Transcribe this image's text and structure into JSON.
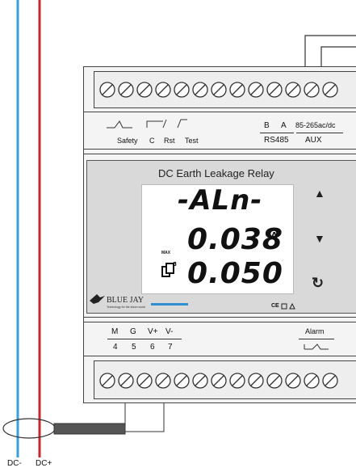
{
  "top_labels": {
    "left": [
      "Safety",
      "C",
      "Rst",
      "Test"
    ],
    "right_top": [
      "B",
      "A",
      "85-265ac/dc"
    ],
    "right_bottom": [
      "RS485",
      "AUX"
    ]
  },
  "display": {
    "title": "DC Earth Leakage Relay",
    "line1": "-ALn-",
    "line2": "0.038",
    "line2_unit": "A",
    "line3": "0.050",
    "max_label": "MAX",
    "brand": "BLUE JAY",
    "tagline": "Technology for the future world",
    "marks": "CE",
    "up_symbol": "▲",
    "down_symbol": "▼",
    "cycle_symbol": "↻"
  },
  "bottom_labels": {
    "names": [
      "M",
      "G",
      "V+",
      "V-"
    ],
    "numbers": [
      "4",
      "5",
      "6",
      "7"
    ],
    "alarm": "Alarm"
  },
  "wires": {
    "left": "DC-",
    "right": "DC+",
    "left_color": "#3aa0dc",
    "right_color": "#c8282d"
  }
}
